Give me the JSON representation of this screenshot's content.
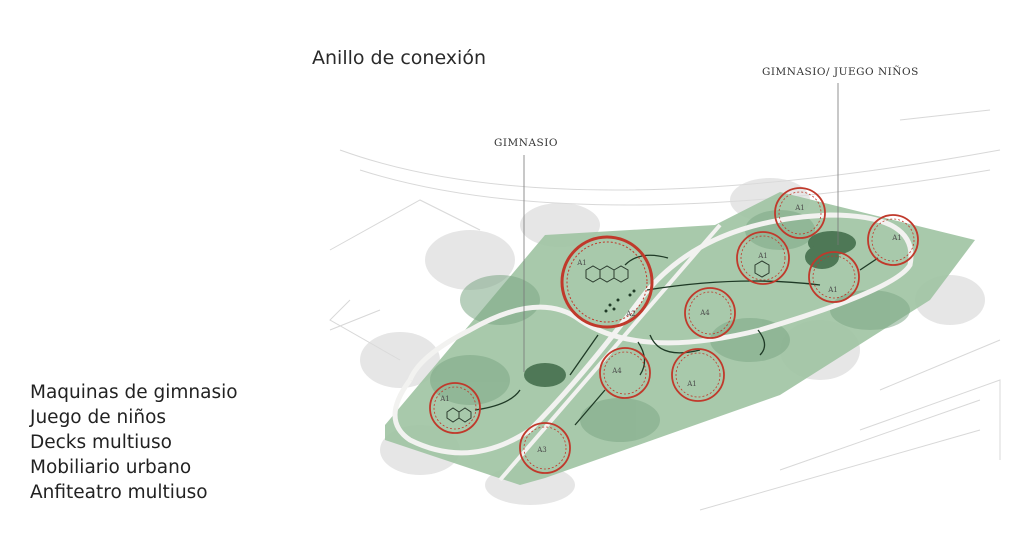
{
  "title": "Anillo de conexión",
  "legend": [
    "Maquinas de gimnasio",
    "Juego de niños",
    "Decks multiuso",
    "Mobiliario urbano",
    "Anfiteatro multiuso"
  ],
  "callouts": {
    "gym": "GIMNASIO",
    "gym_kids": "GIMNASIO/ JUEGO NIÑOS"
  },
  "zones": [
    {
      "label": "A1"
    },
    {
      "label": "A2"
    },
    {
      "label": "A1"
    },
    {
      "label": "A1"
    },
    {
      "label": "A1"
    },
    {
      "label": "A1"
    },
    {
      "label": "A4"
    },
    {
      "label": "A4"
    },
    {
      "label": "A1"
    },
    {
      "label": "A1"
    },
    {
      "label": "A3"
    }
  ],
  "colors": {
    "park": "#9fc3a2",
    "zone_ring": "#c0392b",
    "path": "#f2f2f0",
    "dark_area": "#3f6a48"
  }
}
